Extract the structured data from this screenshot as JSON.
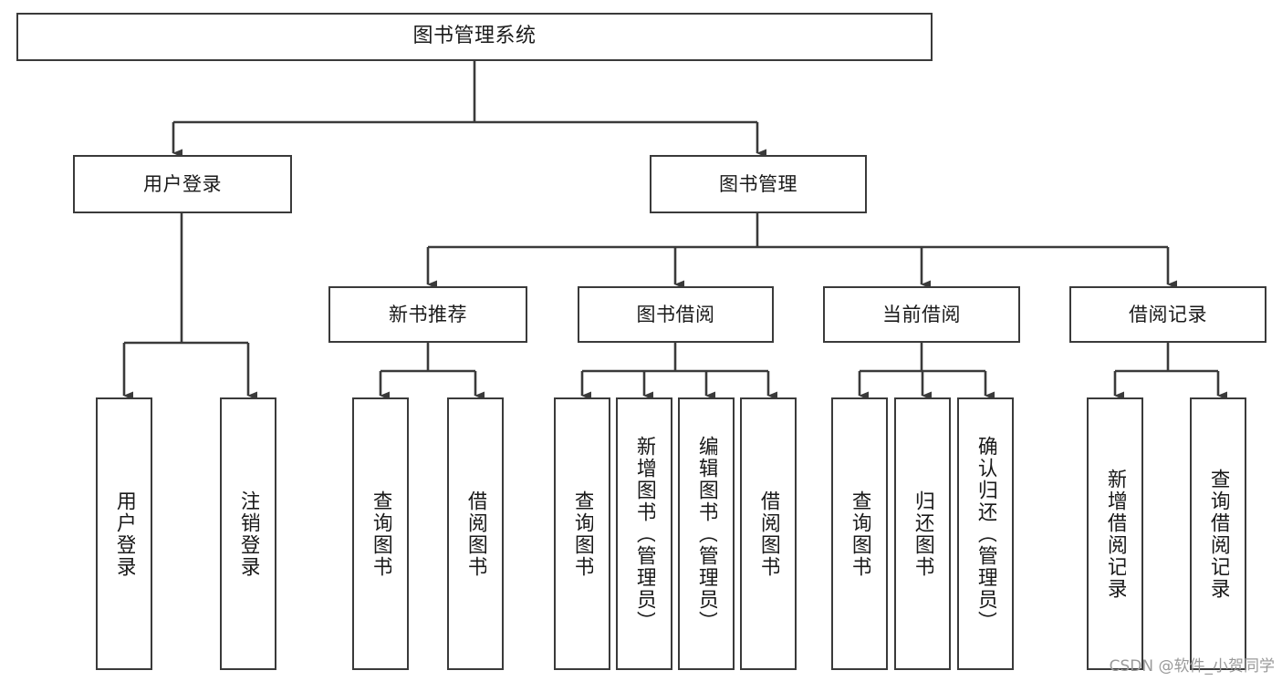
{
  "diagram": {
    "title": "图书管理系统",
    "type": "tree",
    "orientation": "top-down",
    "edge_style": "orthogonal-with-arrowheads",
    "colors": {
      "node_border": "#3a3a3a",
      "node_fill": "#ffffff",
      "edge": "#3a3a3a",
      "text": "#1a1a1a",
      "watermark": "#9a9a9a",
      "background": "#ffffff"
    },
    "root": {
      "id": "root",
      "label": "图书管理系统"
    },
    "level2": [
      {
        "id": "user-login",
        "label": "用户登录"
      },
      {
        "id": "book-manage",
        "label": "图书管理"
      }
    ],
    "level3": [
      {
        "id": "new-book-recommend",
        "label": "新书推荐",
        "parent": "book-manage"
      },
      {
        "id": "book-borrow",
        "label": "图书借阅",
        "parent": "book-manage"
      },
      {
        "id": "current-borrow",
        "label": "当前借阅",
        "parent": "book-manage"
      },
      {
        "id": "borrow-record",
        "label": "借阅记录",
        "parent": "book-manage"
      }
    ],
    "leaves": {
      "user-login": [
        {
          "id": "leaf-user-login",
          "label": "用户登录"
        },
        {
          "id": "leaf-user-logout",
          "label": "注销登录"
        }
      ],
      "new-book-recommend": [
        {
          "id": "leaf-query-book-1",
          "label": "查询图书"
        },
        {
          "id": "leaf-borrow-book-1",
          "label": "借阅图书"
        }
      ],
      "book-borrow": [
        {
          "id": "leaf-query-book-2",
          "label": "查询图书"
        },
        {
          "id": "leaf-add-book",
          "label": "新增图书（管理员）"
        },
        {
          "id": "leaf-edit-book",
          "label": "编辑图书（管理员）"
        },
        {
          "id": "leaf-borrow-book-2",
          "label": "借阅图书"
        }
      ],
      "current-borrow": [
        {
          "id": "leaf-query-book-3",
          "label": "查询图书"
        },
        {
          "id": "leaf-return-book",
          "label": "归还图书"
        },
        {
          "id": "leaf-confirm-return",
          "label": "确认归还（管理员）"
        }
      ],
      "borrow-record": [
        {
          "id": "leaf-add-record",
          "label": "新增借阅记录"
        },
        {
          "id": "leaf-query-record",
          "label": "查询借阅记录"
        }
      ]
    }
  },
  "watermark": {
    "text": "CSDN @软件_小贺同学"
  }
}
